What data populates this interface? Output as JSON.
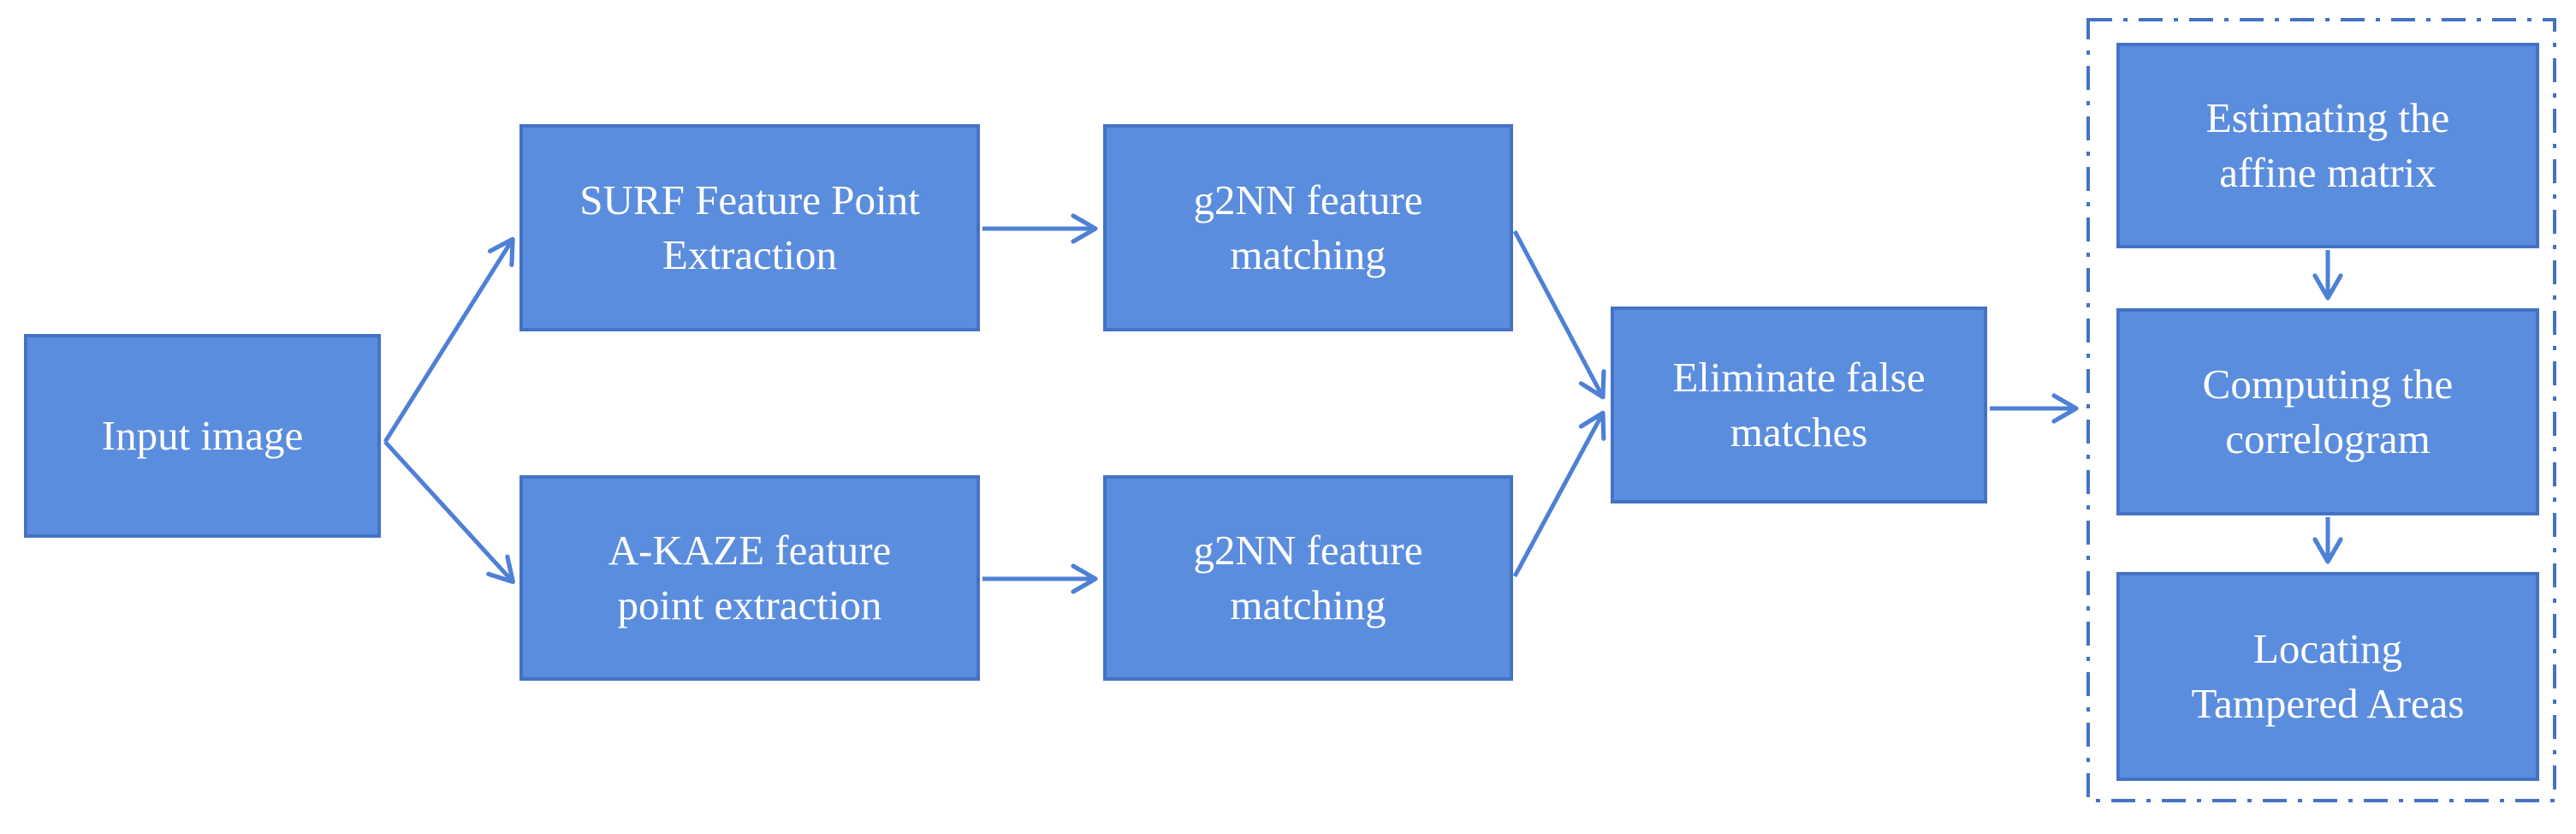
{
  "diagram": {
    "nodes": {
      "input": {
        "label": "Input image"
      },
      "surf": {
        "label": "SURF Feature Point\nExtraction"
      },
      "akaze": {
        "label": "A-KAZE feature\npoint extraction"
      },
      "g2nn_top": {
        "label": "g2NN feature\nmatching"
      },
      "g2nn_bottom": {
        "label": "g2NN feature\nmatching"
      },
      "eliminate": {
        "label": "Eliminate false\nmatches"
      },
      "estimating": {
        "label": "Estimating the\naffine matrix"
      },
      "computing": {
        "label": "Computing the\ncorrelogram"
      },
      "locating": {
        "label": "Locating\nTampered Areas"
      }
    },
    "edges": [
      {
        "from": "input",
        "to": "surf"
      },
      {
        "from": "input",
        "to": "akaze"
      },
      {
        "from": "surf",
        "to": "g2nn_top"
      },
      {
        "from": "akaze",
        "to": "g2nn_bottom"
      },
      {
        "from": "g2nn_top",
        "to": "eliminate"
      },
      {
        "from": "g2nn_bottom",
        "to": "eliminate"
      },
      {
        "from": "eliminate",
        "to": "computing"
      },
      {
        "from": "estimating",
        "to": "computing"
      },
      {
        "from": "computing",
        "to": "locating"
      }
    ],
    "colors": {
      "node_fill": "#5B8DDE",
      "node_border": "#4472C4",
      "arrow": "#4E80D6",
      "dashed_border": "#4472C4",
      "text": "#FFFFFF"
    }
  }
}
